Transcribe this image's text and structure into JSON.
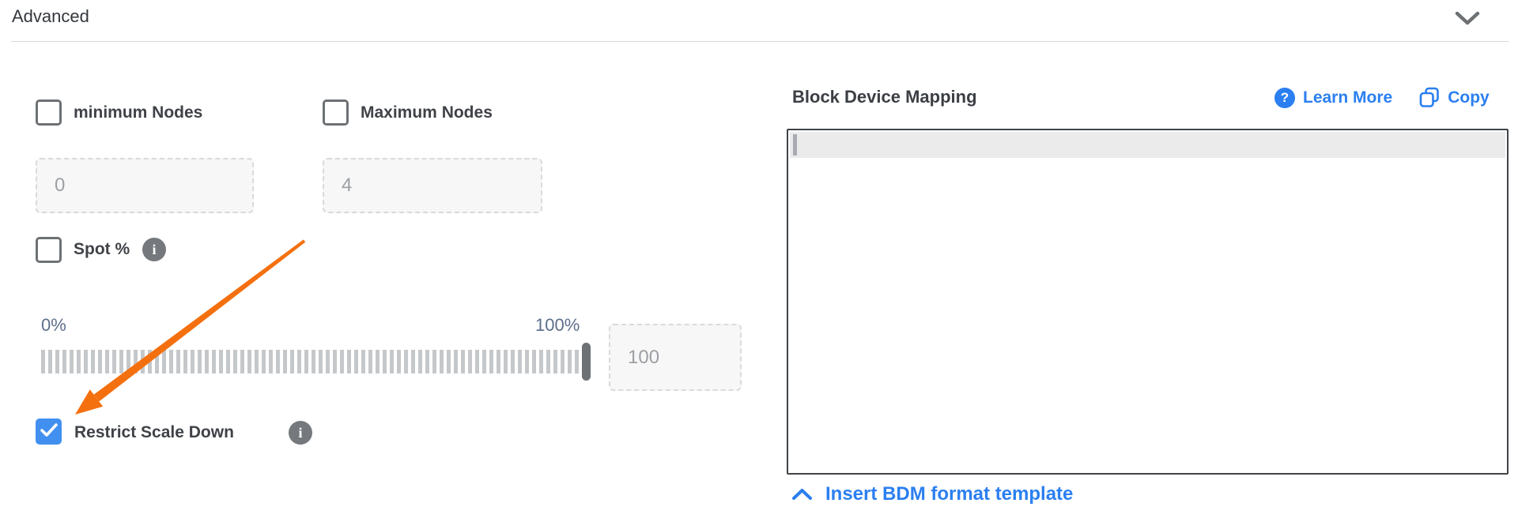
{
  "header": {
    "title": "Advanced"
  },
  "left_form": {
    "minimum_nodes": {
      "label": "minimum Nodes",
      "checked": false,
      "value": "0"
    },
    "maximum_nodes": {
      "label": "Maximum Nodes",
      "checked": false,
      "value": "4"
    },
    "spot": {
      "label": "Spot %",
      "checked": false,
      "info_glyph": "i"
    },
    "slider": {
      "min_label": "0%",
      "max_label": "100%",
      "value": "100",
      "position_pct": 100
    },
    "restrict_scale_down": {
      "label": "Restrict Scale Down",
      "checked": true,
      "info_glyph": "i"
    }
  },
  "bdm_panel": {
    "title": "Block Device Mapping",
    "question_glyph": "?",
    "learn_more_label": "Learn More",
    "copy_label": "Copy",
    "editor_value": "",
    "insert_template_label": "Insert BDM format template"
  },
  "colors": {
    "link_blue": "#2b7ff0",
    "checkbox_checked_blue": "#4190f0",
    "annotation_orange": "#f4700f",
    "label_dark": "#3f4247",
    "muted_value": "#9da0a3",
    "slider_label": "#5d6e8c"
  }
}
